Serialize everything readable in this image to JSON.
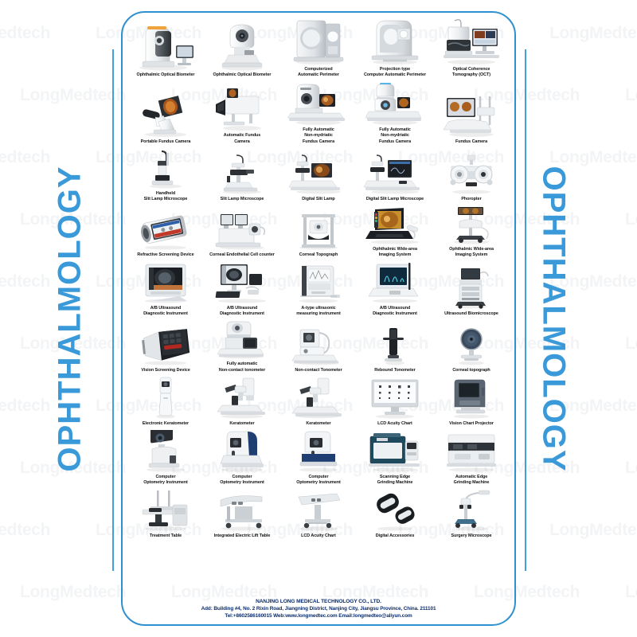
{
  "branding": {
    "side_text_left": "OPHTHALMOLOGY",
    "side_text_right": "OPHTHALMOLOGY",
    "watermark_text": "LongMedtech",
    "frame_color": "#2e90d0",
    "side_text_color": "#3a9ad9",
    "footer_text_color": "#0b2d6b"
  },
  "footer": {
    "company": "NANJING LONG MEDICAL TECHNOLOGY CO., LTD.",
    "address": "Add: Building #4, No. 2 Rixin Road, Jiangning District, Nanjing City, Jiangsu Province, China. 211101",
    "contact": "Tel:+8602586160015 Web:www.longmedtec.com Email:longmedteo@aliyun.com"
  },
  "catalog": {
    "columns": 5,
    "rows": 9,
    "products": [
      {
        "label": "Ophthalmic Optical Biometer",
        "icon": "biometer-desktop"
      },
      {
        "label": "Ophthalmic Optical Biometer",
        "icon": "biometer-column"
      },
      {
        "label": "Computerized\nAutomatic Perimeter",
        "icon": "perimeter-box"
      },
      {
        "label": "Projection type\nComputer Automatic Perimeter",
        "icon": "perimeter-bowl"
      },
      {
        "label": "Optical Coherence\nTomography (OCT)",
        "icon": "oct-monitor"
      },
      {
        "label": "Portable Fundus Camera",
        "icon": "fundus-portable"
      },
      {
        "label": "Automatic Fundus\nCamera",
        "icon": "fundus-automatic"
      },
      {
        "label": "Fully Automatic\nNon-mydriatic\nFundus Camera",
        "icon": "fundus-nonmyd-a"
      },
      {
        "label": "Fully Automatic\nNon-mydriatic\nFundus Camera",
        "icon": "fundus-nonmyd-b"
      },
      {
        "label": "Fundus Camera",
        "icon": "fundus-monitor"
      },
      {
        "label": "Handheld\nSlit Lamp Microscope",
        "icon": "slitlamp-handheld"
      },
      {
        "label": "Slit Lamp Microscope",
        "icon": "slitlamp-standard"
      },
      {
        "label": "Digital Slit Lamp",
        "icon": "slitlamp-digital"
      },
      {
        "label": "Digital Slit Lamp Microscope",
        "icon": "slitlamp-digital-pc"
      },
      {
        "label": "Phoropter",
        "icon": "phoropter"
      },
      {
        "label": "Refractive Screening Device",
        "icon": "refractive-screener"
      },
      {
        "label": "Corneal Endothelial Cell counter",
        "icon": "endothelial-counter"
      },
      {
        "label": "Corneal Topograph",
        "icon": "topograph-frame"
      },
      {
        "label": "Ophthalmic Wide-area\nImaging System",
        "icon": "wide-area-laptop"
      },
      {
        "label": "Ophthalmic Wide-area\nImaging System",
        "icon": "wide-area-cart"
      },
      {
        "label": "A/B Ultrasound\nDiagnostic Instrument",
        "icon": "ultrasound-tablet"
      },
      {
        "label": "A/B Ultrasound\nDiagnostic Instrument",
        "icon": "ultrasound-pc"
      },
      {
        "label": "A-type ultrasonic\nmeasuring instrument",
        "icon": "ultrasound-atype"
      },
      {
        "label": "A/B Ultrasound\nDiagnostic Instrument",
        "icon": "ultrasound-laptop"
      },
      {
        "label": "Ultrasound Biomicroscope",
        "icon": "ultrasound-cart"
      },
      {
        "label": "Vision Screening Device",
        "icon": "vision-screener"
      },
      {
        "label": "Fully automatic\nNon-contact tonometer",
        "icon": "tonometer-auto"
      },
      {
        "label": "Non-contact Tonometer",
        "icon": "tonometer-noncontact"
      },
      {
        "label": "Rebound Tonometer",
        "icon": "tonometer-rebound"
      },
      {
        "label": "Corneal topograph",
        "icon": "topograph-disc"
      },
      {
        "label": "Electronic Keratometer",
        "icon": "keratometer-handheld"
      },
      {
        "label": "Keratometer",
        "icon": "keratometer-table-a"
      },
      {
        "label": "Keratometer",
        "icon": "keratometer-table-b"
      },
      {
        "label": "LCD Acuity Chart",
        "icon": "lcd-acuity-monitor"
      },
      {
        "label": "Vision Chart Projector",
        "icon": "chart-projector"
      },
      {
        "label": "Computer\nOptometry Instrument",
        "icon": "optometry-a"
      },
      {
        "label": "Computer\nOptometry Instrument",
        "icon": "optometry-b"
      },
      {
        "label": "Computer\nOptometry Instrument",
        "icon": "optometry-c"
      },
      {
        "label": "Scanning Edge\nGrinding Machine",
        "icon": "edger-scanning"
      },
      {
        "label": "Automatic Edge\nGrinding Machine",
        "icon": "edger-automatic"
      },
      {
        "label": "Treatment  Table",
        "icon": "treatment-table"
      },
      {
        "label": "Integrated Electric Lift Table",
        "icon": "lift-table"
      },
      {
        "label": "LCD Acuity Chart",
        "icon": "acuity-table"
      },
      {
        "label": "Digital Accessories",
        "icon": "digital-accessories"
      },
      {
        "label": "Surgery Microscope",
        "icon": "surgery-microscope"
      }
    ]
  }
}
